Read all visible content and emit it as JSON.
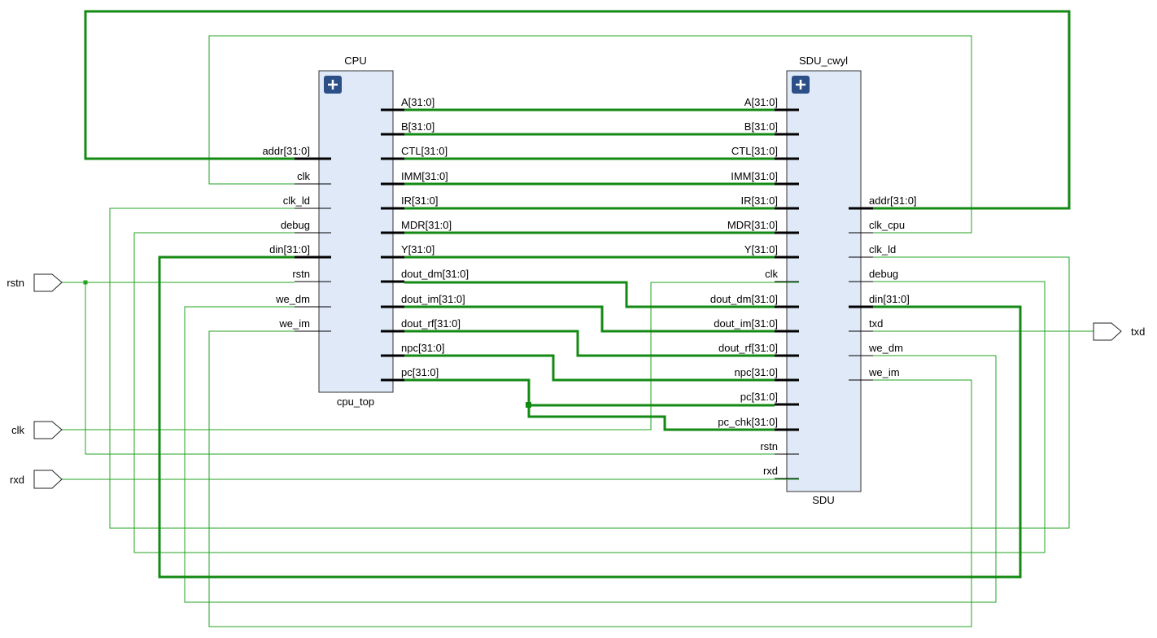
{
  "cpu": {
    "title": "CPU",
    "module": "cpu_top",
    "inputs": [
      "addr[31:0]",
      "clk",
      "clk_ld",
      "debug",
      "din[31:0]",
      "rstn",
      "we_dm",
      "we_im"
    ],
    "outputs": [
      "A[31:0]",
      "B[31:0]",
      "CTL[31:0]",
      "IMM[31:0]",
      "IR[31:0]",
      "MDR[31:0]",
      "Y[31:0]",
      "dout_dm[31:0]",
      "dout_im[31:0]",
      "dout_rf[31:0]",
      "npc[31:0]",
      "pc[31:0]"
    ]
  },
  "sdu": {
    "title": "SDU_cwyl",
    "module": "SDU",
    "inputs": [
      "A[31:0]",
      "B[31:0]",
      "CTL[31:0]",
      "IMM[31:0]",
      "IR[31:0]",
      "MDR[31:0]",
      "Y[31:0]",
      "clk",
      "dout_dm[31:0]",
      "dout_im[31:0]",
      "dout_rf[31:0]",
      "npc[31:0]",
      "pc[31:0]",
      "pc_chk[31:0]",
      "rstn",
      "rxd"
    ],
    "outputs": [
      "addr[31:0]",
      "clk_cpu",
      "clk_ld",
      "debug",
      "din[31:0]",
      "txd",
      "we_dm",
      "we_im"
    ]
  },
  "top_ports": {
    "inputs": [
      "rstn",
      "clk",
      "rxd"
    ],
    "outputs": [
      "txd"
    ]
  },
  "colors": {
    "wire": "#22a322",
    "bus": "#138a13",
    "block_fill": "#dfe9f7",
    "expand_icon": "#2c4f88"
  },
  "icons": {
    "expand": "expand-plus-icon"
  }
}
